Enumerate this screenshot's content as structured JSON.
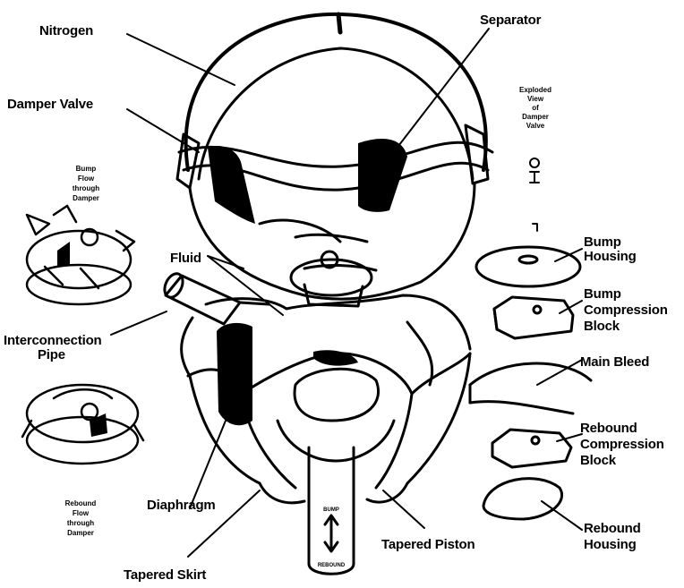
{
  "labels": {
    "nitrogen": "Nitrogen",
    "separator": "Separator",
    "damper_valve": "Damper Valve",
    "fluid": "Fluid",
    "interconnection_pipe_1": "Interconnection",
    "interconnection_pipe_2": "Pipe",
    "diaphragm": "Diaphragm",
    "tapered_skirt": "Tapered Skirt",
    "tapered_piston": "Tapered Piston",
    "bump_housing_1": "Bump",
    "bump_housing_2": "Housing",
    "bump_block_1": "Bump",
    "bump_block_2": "Compression",
    "bump_block_3": "Block",
    "main_bleed": "Main Bleed",
    "rebound_block_1": "Rebound",
    "rebound_block_2": "Compression",
    "rebound_block_3": "Block",
    "rebound_housing_1": "Rebound",
    "rebound_housing_2": "Housing"
  },
  "small_captions": {
    "exploded_1": "Exploded",
    "exploded_2": "View",
    "exploded_3": "of",
    "exploded_4": "Damper",
    "exploded_5": "Valve",
    "bump_flow_1": "Bump",
    "bump_flow_2": "Flow",
    "bump_flow_3": "through",
    "bump_flow_4": "Damper",
    "rebound_flow_1": "Rebound",
    "rebound_flow_2": "Flow",
    "rebound_flow_3": "through",
    "rebound_flow_4": "Damper",
    "rod_top": "BUMP",
    "rod_bottom": "REBOUND"
  }
}
